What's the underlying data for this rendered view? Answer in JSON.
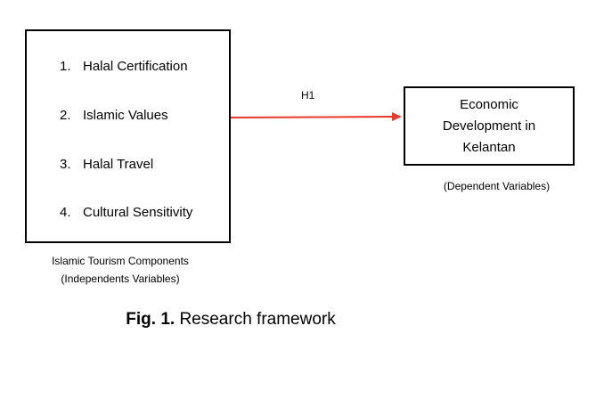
{
  "left_box": {
    "items": [
      {
        "num": "1.",
        "label": "Halal Certification"
      },
      {
        "num": "2.",
        "label": "Islamic Values"
      },
      {
        "num": "3.",
        "label": "Halal Travel"
      },
      {
        "num": "4.",
        "label": "Cultural Sensitivity"
      }
    ],
    "caption_line1": "Islamic Tourism Components",
    "caption_line2": "(Independents Variables)"
  },
  "right_box": {
    "line1": "Economic",
    "line2": "Development in",
    "line3": "Kelantan",
    "caption": "(Dependent Variables)"
  },
  "arrow": {
    "label": "H1",
    "color": "#e8392a"
  },
  "figure_caption": {
    "prefix": "Fig. 1.",
    "text": " Research framework"
  }
}
